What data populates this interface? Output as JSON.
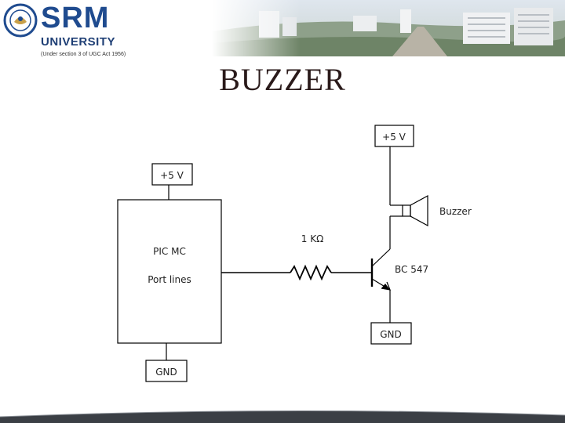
{
  "header": {
    "logo_name": "SRM",
    "logo_university": "UNIVERSITY",
    "logo_subtitle": "(Under section 3 of UGC Act 1956)"
  },
  "slide": {
    "title": "BUZZER"
  },
  "diagram": {
    "mcu_supply": "+5 V",
    "mcu_label_1": "PIC MC",
    "mcu_label_2": "Port lines",
    "mcu_ground": "GND",
    "resistor_label": "1 KΩ",
    "transistor_label": "BC 547",
    "buzzer_supply": "+5 V",
    "buzzer_label": "Buzzer",
    "transistor_ground": "GND"
  },
  "colors": {
    "brand_blue": "#1f4b8f",
    "line": "#000000",
    "bottom_bar": "#3b3f45"
  }
}
